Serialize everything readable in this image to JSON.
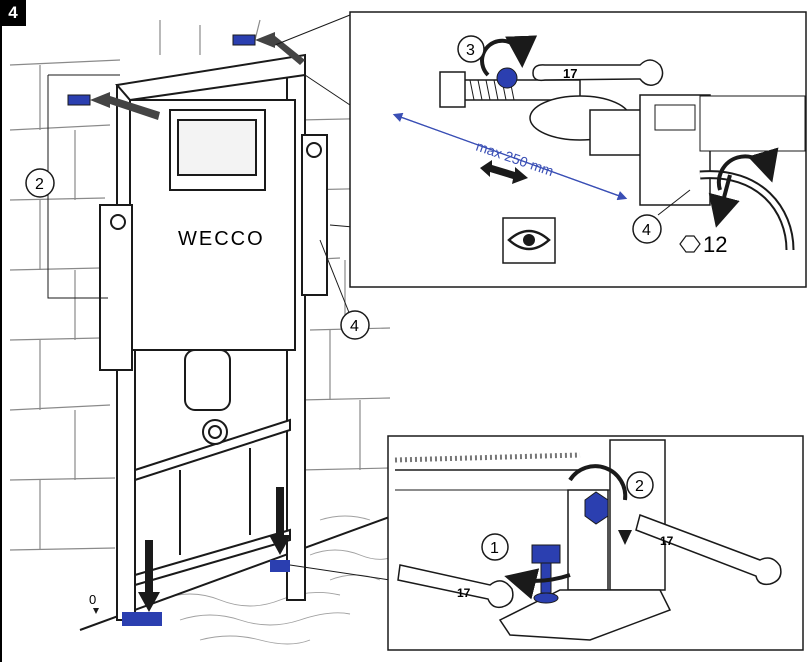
{
  "step": {
    "number": "4"
  },
  "frame": {
    "brand": "WECCO"
  },
  "callouts": {
    "left_adjuster": "2",
    "right_adjuster": "4",
    "floor_level": "0"
  },
  "detail_top": {
    "step_label": "3",
    "wrench_size": "17",
    "distance": "max 250 mm",
    "callout": "4",
    "hex_size": "12"
  },
  "detail_bottom": {
    "step_1": "1",
    "step_2": "2",
    "wrench_left": "17",
    "wrench_right": "17"
  },
  "colors": {
    "line": "#1a1a1a",
    "blue_part": "#2b3fb0",
    "dimension_blue": "#3a4fb5",
    "arrow_grey": "#555555",
    "wall_lines": "#8a8a8a"
  },
  "icons": {
    "inspect": "eye-icon",
    "hex_key": "hexagon-icon"
  }
}
